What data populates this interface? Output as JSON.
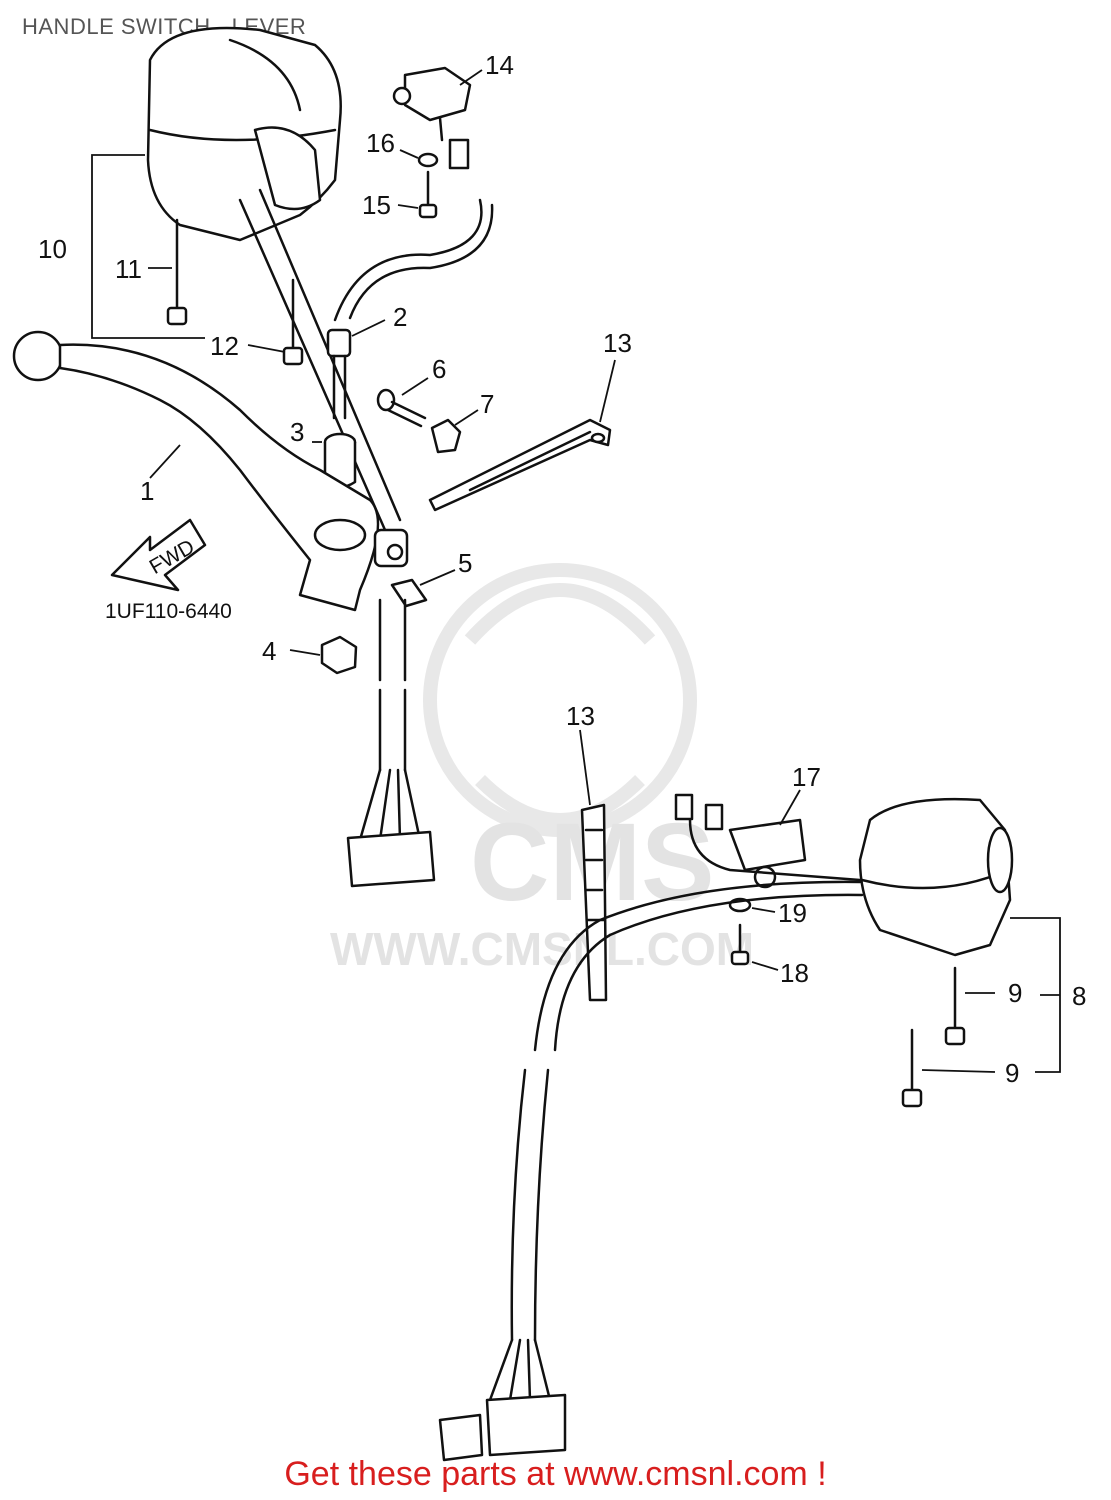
{
  "title": "HANDLE SWITCH - LEVER",
  "diagram_code": "1UF110-6440",
  "fwd_label": "FWD",
  "watermark": {
    "logo": "CMS",
    "url": "WWW.CMSNL.COM"
  },
  "footer": "Get these parts at www.cmsnl.com !",
  "callouts": [
    "1",
    "2",
    "3",
    "4",
    "5",
    "6",
    "7",
    "8",
    "9",
    "9",
    "10",
    "11",
    "12",
    "13",
    "13",
    "14",
    "15",
    "16",
    "17",
    "18",
    "19"
  ],
  "colors": {
    "line": "#111111",
    "footer": "#d81e1e",
    "title": "#555555",
    "watermark": "#e3e3e3"
  }
}
